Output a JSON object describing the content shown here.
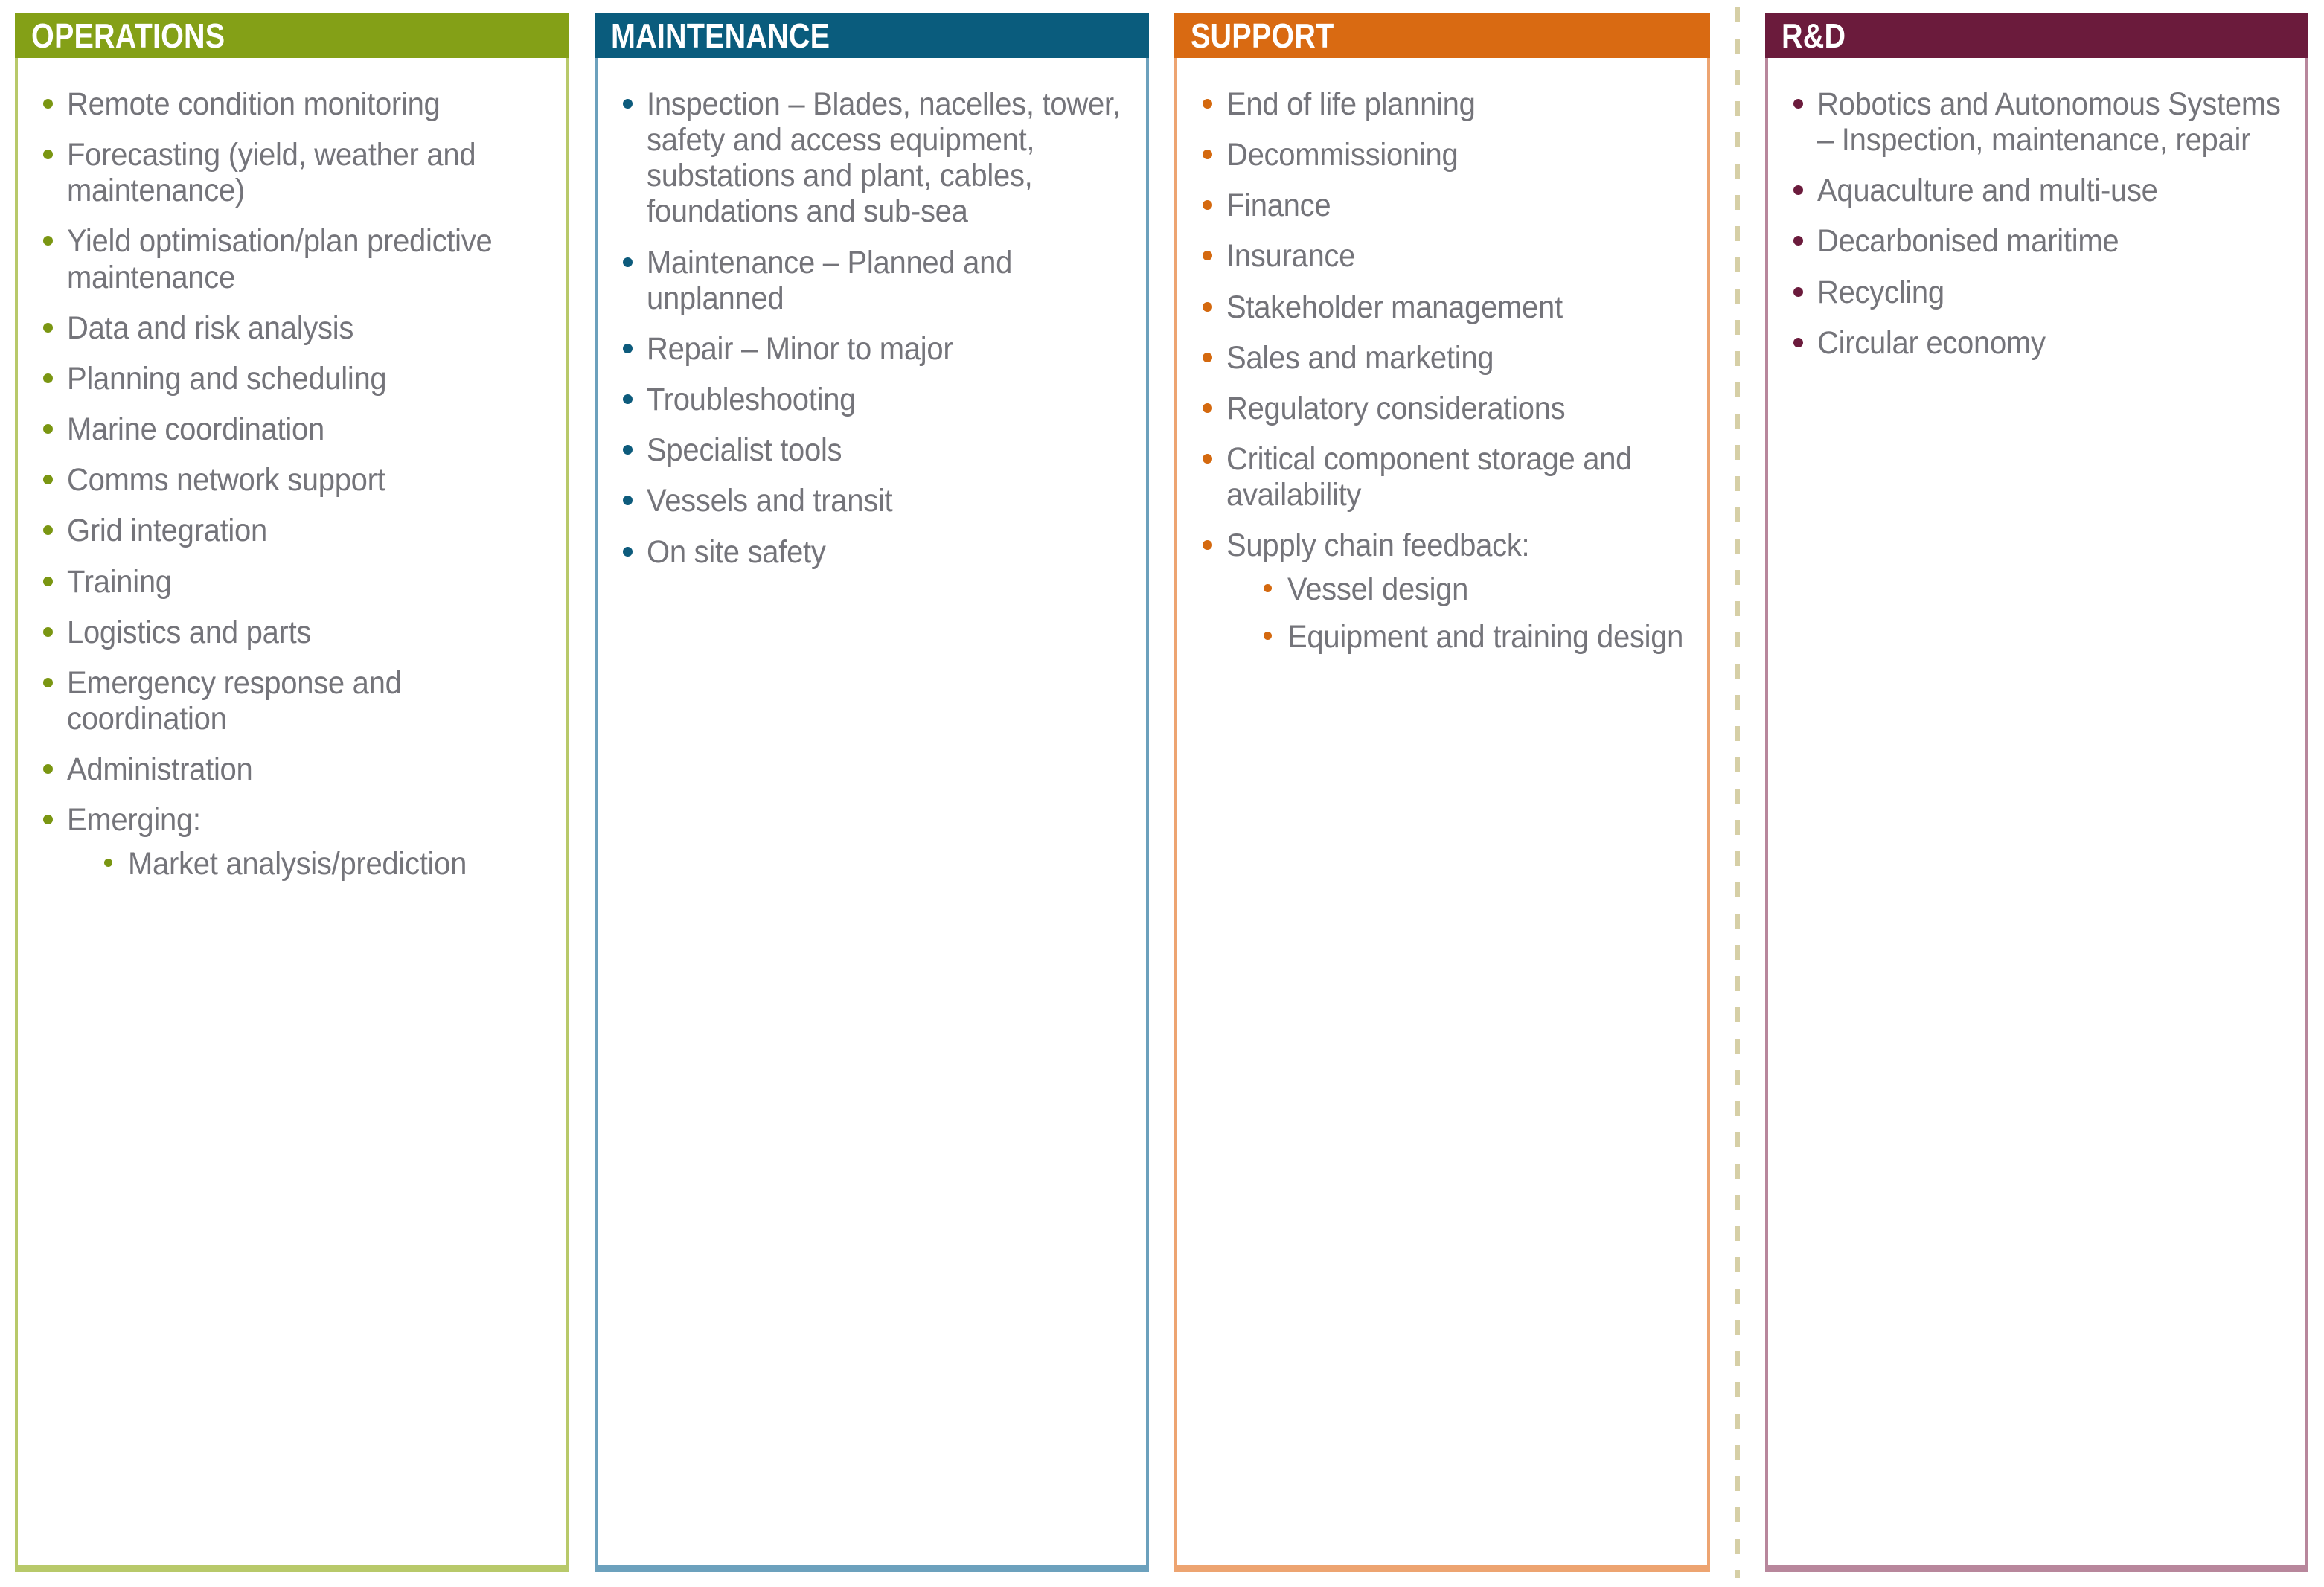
{
  "diagram": {
    "type": "four-column-category-list",
    "separator_after_column": 3,
    "columns": [
      {
        "id": "operations",
        "title": "OPERATIONS",
        "accent": "#84a017",
        "border": "#b8c96a",
        "bullet": "#7a9612",
        "items": [
          {
            "text": "Remote condition monitoring"
          },
          {
            "text": "Forecasting (yield, weather and maintenance)"
          },
          {
            "text": "Yield optimisation/plan predictive maintenance"
          },
          {
            "text": "Data and risk analysis"
          },
          {
            "text": "Planning and scheduling"
          },
          {
            "text": "Marine coordination"
          },
          {
            "text": "Comms network support"
          },
          {
            "text": "Grid integration"
          },
          {
            "text": "Training"
          },
          {
            "text": "Logistics and parts"
          },
          {
            "text": "Emergency response and coordination"
          },
          {
            "text": "Administration"
          },
          {
            "text": "Emerging:",
            "children": [
              {
                "text": "Market analysis/prediction"
              }
            ]
          }
        ]
      },
      {
        "id": "maintenance",
        "title": "MAINTENANCE",
        "accent": "#0a5c7d",
        "border": "#6ca1bd",
        "bullet": "#0d5b7c",
        "items": [
          {
            "text": "Inspection – Blades, nacelles, tower, safety and access equipment, substations and plant, cables, foundations and sub-sea"
          },
          {
            "text": "Maintenance – Planned and unplanned"
          },
          {
            "text": "Repair – Minor to major"
          },
          {
            "text": "Troubleshooting"
          },
          {
            "text": "Specialist tools"
          },
          {
            "text": "Vessels and transit"
          },
          {
            "text": "On site safety"
          }
        ]
      },
      {
        "id": "support",
        "title": "SUPPORT",
        "accent": "#d96a12",
        "border": "#eda471",
        "bullet": "#d4690f",
        "items": [
          {
            "text": "End of life planning"
          },
          {
            "text": "Decommissioning"
          },
          {
            "text": "Finance"
          },
          {
            "text": "Insurance"
          },
          {
            "text": "Stakeholder management"
          },
          {
            "text": "Sales and marketing"
          },
          {
            "text": "Regulatory considerations"
          },
          {
            "text": "Critical component storage and availability"
          },
          {
            "text": "Supply chain feedback:",
            "children": [
              {
                "text": "Vessel design"
              },
              {
                "text": "Equipment and training design"
              }
            ]
          }
        ]
      },
      {
        "id": "rnd",
        "title": "R&D",
        "accent": "#6b1b3c",
        "border": "#b8879c",
        "bullet": "#6b1b3c",
        "items": [
          {
            "text": "Robotics and Autonomous Systems – Inspection, maintenance, repair"
          },
          {
            "text": "Aquaculture and multi-use"
          },
          {
            "text": "Decarbonised maritime"
          },
          {
            "text": "Recycling"
          },
          {
            "text": "Circular economy"
          }
        ]
      }
    ]
  }
}
